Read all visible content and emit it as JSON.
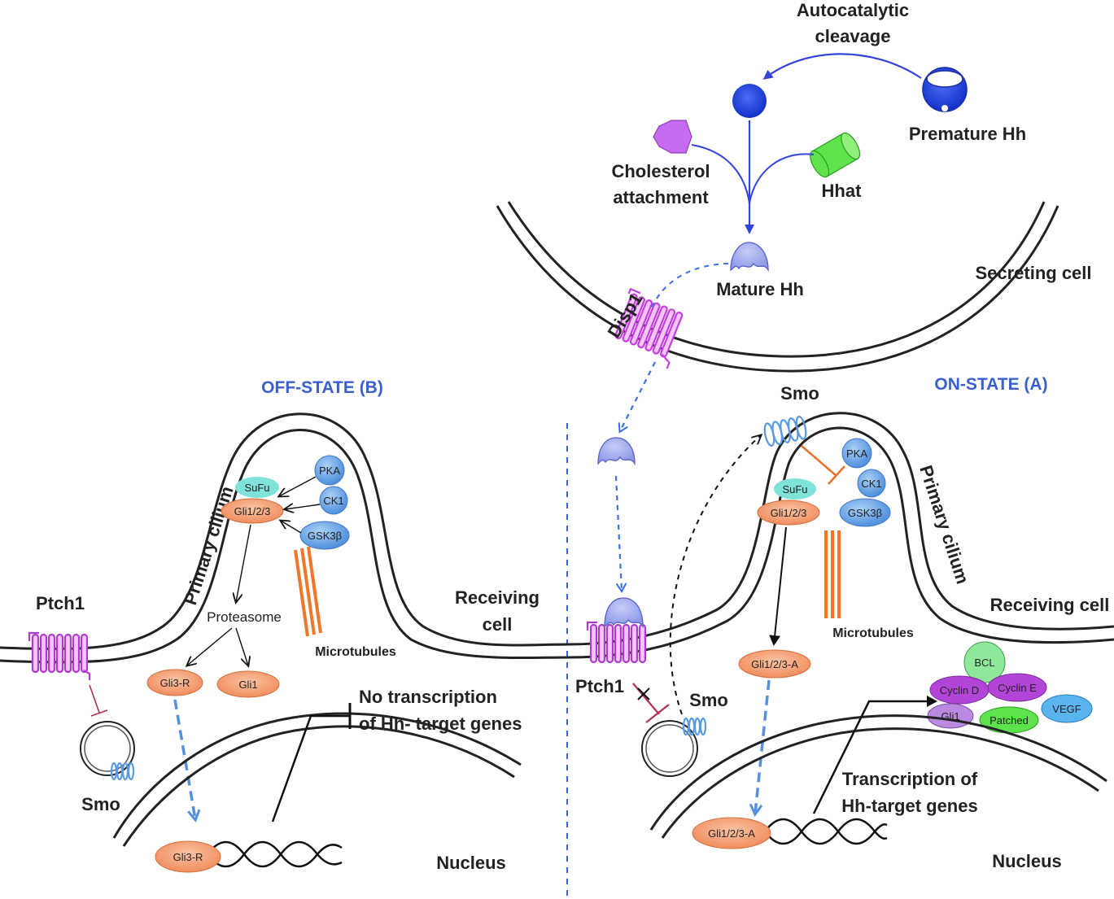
{
  "top": {
    "autocatalytic": [
      "Autocatalytic",
      "cleavage"
    ],
    "premature": "Premature Hh",
    "cholesterol": [
      "Cholesterol",
      "attachment"
    ],
    "hhat": "Hhat",
    "mature": "Mature Hh",
    "secreting": "Secreting cell",
    "disp1": "Disp1"
  },
  "off": {
    "state": "OFF-STATE (B)",
    "cilium": "Primary cilium",
    "sufu": "SuFu",
    "pka": "PKA",
    "ck1": "CK1",
    "gsk": "GSK3β",
    "gli": "Gli1/2/3",
    "proteasome": "Proteasome",
    "gli3r": "Gli3-R",
    "gli1": "Gli1",
    "microtubules": "Microtubules",
    "ptch1": "Ptch1",
    "smo": "Smo",
    "receiving": [
      "Receiving",
      "cell"
    ],
    "no_transcription": [
      "No transcription",
      "of Hh- target genes"
    ],
    "gli3r_nuc": "Gli3-R",
    "nucleus": "Nucleus"
  },
  "on": {
    "state": "ON-STATE (A)",
    "smo_top": "Smo",
    "cilium": "Primary cilium",
    "sufu": "SuFu",
    "pka": "PKA",
    "ck1": "CK1",
    "gsk": "GSK3β",
    "gli": "Gli1/2/3",
    "microtubules": "Microtubules",
    "receiving": "Receiving cell",
    "gli_a": "Gli1/2/3-A",
    "ptch1": "Ptch1",
    "smo": "Smo",
    "targets": {
      "bcl": "BCL",
      "cyclin_d": "Cyclin D",
      "cyclin_e": "Cyclin E",
      "vegf": "VEGF",
      "gli1": "Gli1",
      "patched": "Patched"
    },
    "transcription": [
      "Transcription of",
      "Hh-target genes"
    ],
    "gli_a_nuc": "Gli1/2/3-A",
    "nucleus": "Nucleus"
  },
  "colors": {
    "blue_arrow": "#3344dd",
    "dashed_blue": "#5590e0",
    "purple": "#b040d0",
    "orange_fill": "#f4a27a",
    "blue_ball": "#6aa6e6",
    "sufu": "#7fe3d9",
    "inhibit_red": "#b03050",
    "inhibit_orange": "#e8702a"
  }
}
